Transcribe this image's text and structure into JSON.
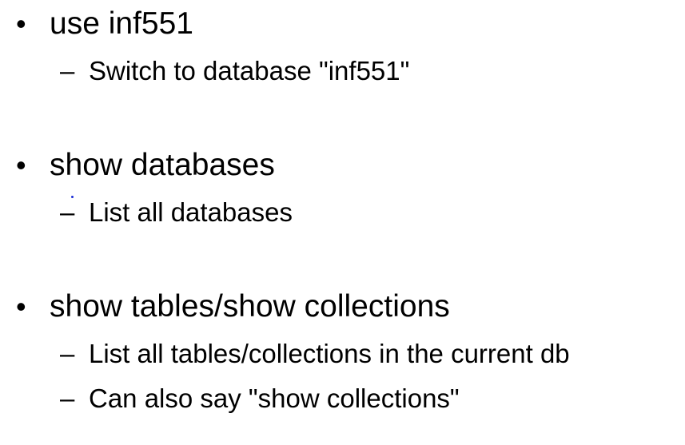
{
  "bullets": [
    {
      "marker": "•",
      "text": "use inf551",
      "subs": [
        {
          "marker": "–",
          "text": "Switch to database \"inf551\""
        }
      ]
    },
    {
      "marker": "•",
      "text": "show databases",
      "subs": [
        {
          "marker": "–",
          "text": "List all databases"
        }
      ]
    },
    {
      "marker": "•",
      "text": "show tables/show collections",
      "subs": [
        {
          "marker": "–",
          "text": "List all tables/collections in the current db"
        },
        {
          "marker": "–",
          "text": "Can also say \"show collections\""
        }
      ]
    }
  ],
  "colors": {
    "text": "#000000",
    "background": "#ffffff",
    "speck": "#1a2cd6"
  }
}
